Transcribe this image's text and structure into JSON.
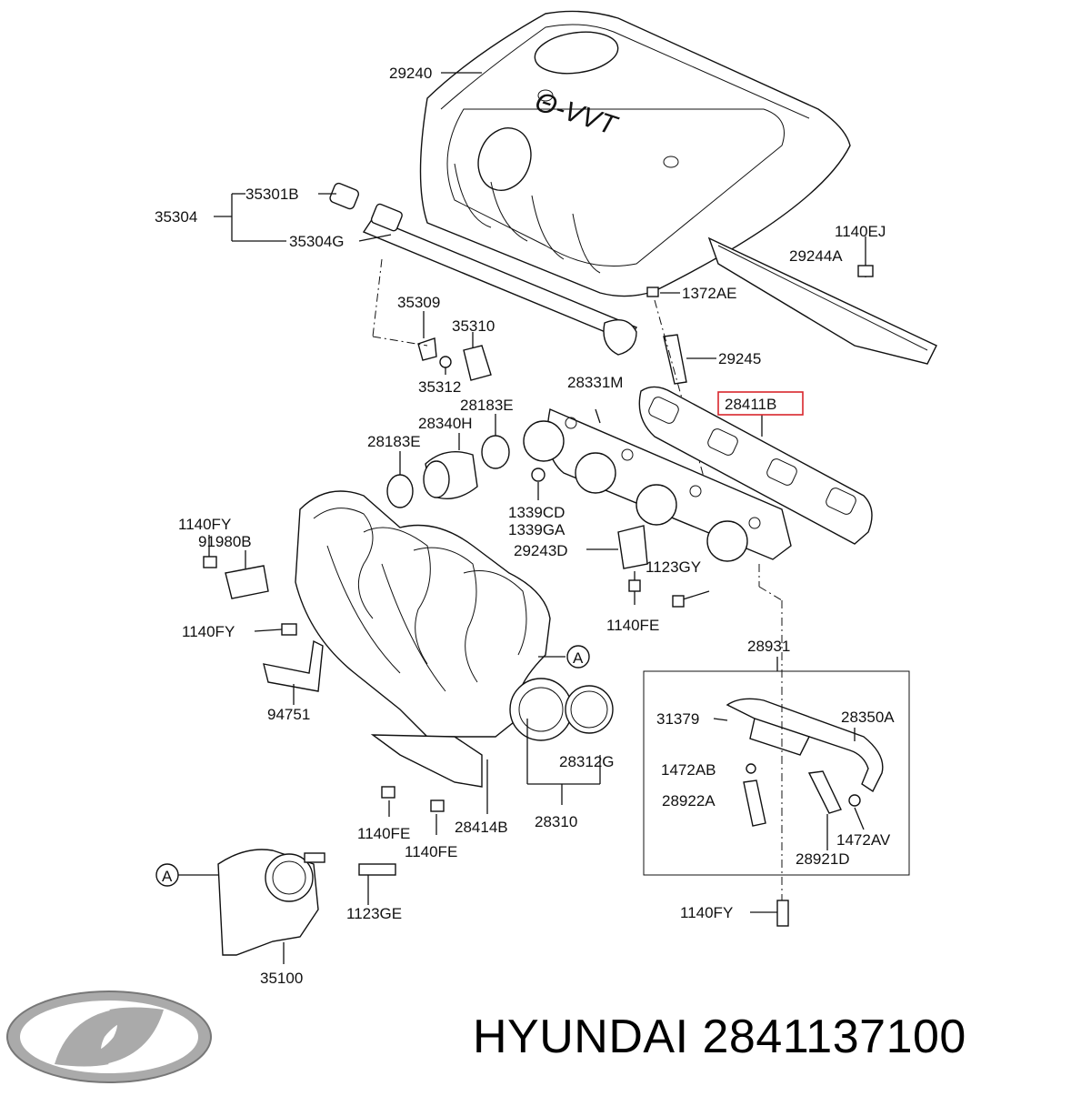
{
  "callouts": {
    "p29240": "29240",
    "p35301B": "35301B",
    "p35304": "35304",
    "p35304G": "35304G",
    "p1140EJ": "1140EJ",
    "p29244A": "29244A",
    "p1372AE": "1372AE",
    "p35309": "35309",
    "p35310": "35310",
    "p29245": "29245",
    "p35312": "35312",
    "p28331M": "28331M",
    "p28411B": "28411B",
    "p28183E_a": "28183E",
    "p28340H": "28340H",
    "p28183E_b": "28183E",
    "p1140FY_a": "1140FY",
    "p91980B": "91980B",
    "p1339CD": "1339CD",
    "p1339GA": "1339GA",
    "p29243D": "29243D",
    "p1123GY": "1123GY",
    "p1140FE_a": "1140FE",
    "p1140FY_b": "1140FY",
    "p28931": "28931",
    "p94751": "94751",
    "marker_a1": "A",
    "p31379": "31379",
    "p28350A": "28350A",
    "p28312G": "28312G",
    "p1472AB": "1472AB",
    "p28922A": "28922A",
    "p1472AV": "1472AV",
    "p28921D": "28921D",
    "p1140FE_b": "1140FE",
    "p28414B": "28414B",
    "p28310": "28310",
    "p1140FE_c": "1140FE",
    "marker_a2": "A",
    "p1123GE": "1123GE",
    "p1140FY_c": "1140FY",
    "p35100": "35100",
    "cover_badge": "Θ-VVT"
  },
  "highlight": {
    "part": "28411B",
    "color": "#d9262c"
  },
  "footer": {
    "brand": "HYUNDAI",
    "part_number": "2841137100"
  },
  "logo": "hyundai-logo"
}
